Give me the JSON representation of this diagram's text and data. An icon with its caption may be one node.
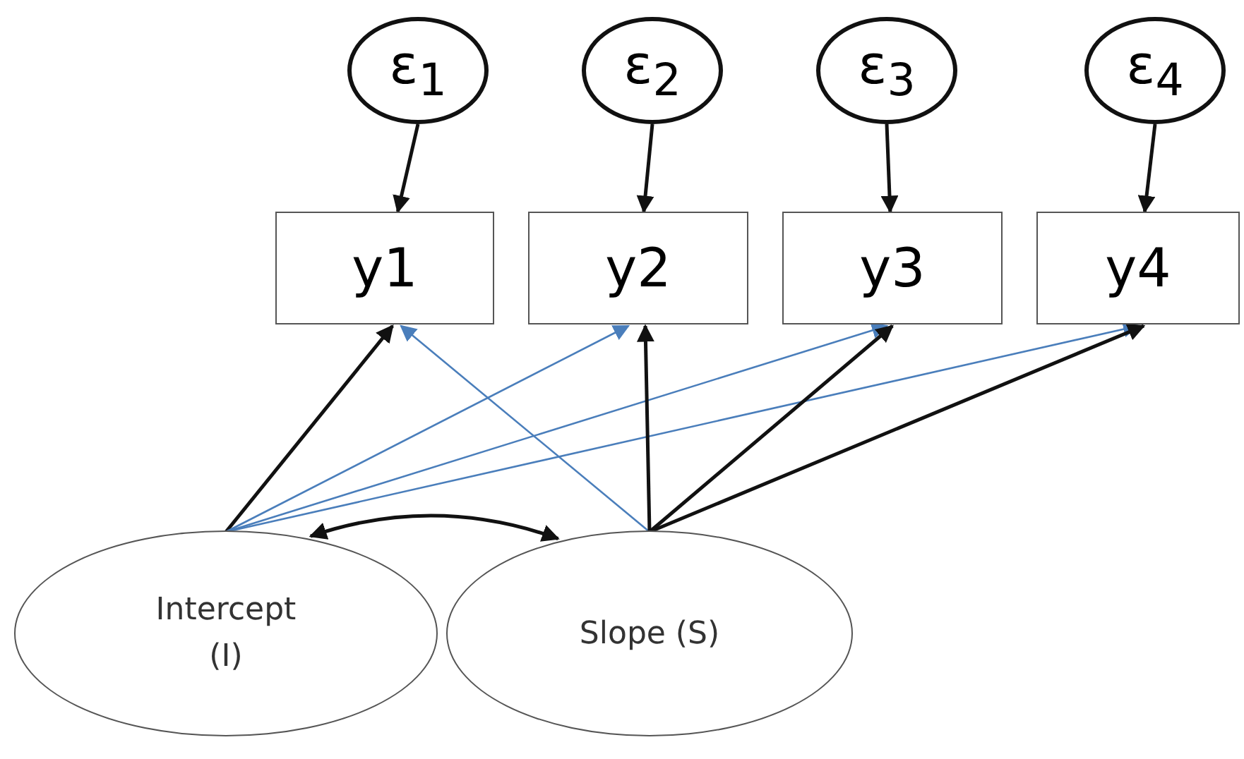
{
  "diagram": {
    "nodes": [
      {
        "text": [
          "ε$_{1}$"
        ]
      },
      {
        "text": [
          "ε$_{2}$"
        ]
      },
      {
        "text": [
          "ε$_{3}$"
        ]
      },
      {
        "text": [
          "ε$_{4}$"
        ]
      },
      {
        "text": [
          "y1"
        ]
      },
      {
        "text": [
          "y2"
        ]
      },
      {
        "text": [
          "y3"
        ]
      },
      {
        "text": [
          "y4"
        ]
      },
      {
        "text": [
          "Intercept (I)"
        ]
      },
      {
        "text": [
          "Slope (S)"
        ]
      }
    ],
    "edges": [
      {
        "from": 0,
        "to": 4,
        "arrow": "to"
      },
      {
        "from": 1,
        "to": 5,
        "arrow": "to"
      },
      {
        "from": 2,
        "to": 6,
        "arrow": "to"
      },
      {
        "from": 3,
        "to": 7,
        "arrow": "to"
      },
      {
        "from": 8,
        "to": 4,
        "arrow": "to"
      },
      {
        "from": 8,
        "to": 5,
        "arrow": "to",
        "color": "#4a7ebb"
      },
      {
        "from": 8,
        "to": 6,
        "arrow": "to",
        "color": "#4a7ebb"
      },
      {
        "from": 8,
        "to": 7,
        "arrow": "to",
        "color": "#4a7ebb"
      },
      {
        "from": 9,
        "to": 4,
        "arrow": "to",
        "color": "#4a7ebb"
      },
      {
        "from": 9,
        "to": 5,
        "arrow": "to"
      },
      {
        "from": 9,
        "to": 6,
        "arrow": "to"
      },
      {
        "from": 9,
        "to": 7,
        "arrow": "to"
      },
      {
        "from": 8,
        "to": 9,
        "arrow": "both"
      }
    ]
  }
}
